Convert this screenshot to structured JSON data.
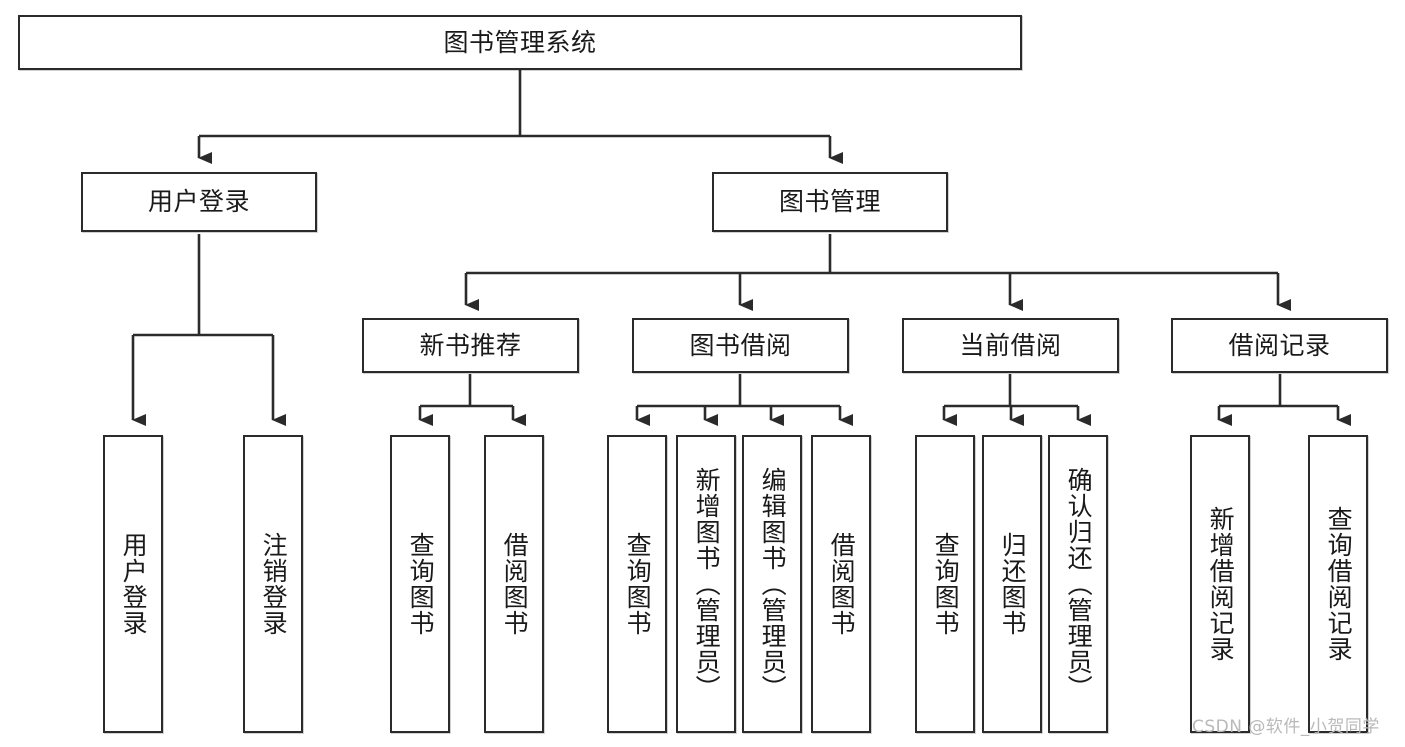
{
  "diagram": {
    "type": "tree-hierarchy",
    "title": "图书管理系统",
    "orientation": "top-down",
    "colors": {
      "box_border": "#2b2b2b",
      "box_fill": "#ffffff",
      "edge": "#2b2b2b",
      "background": "#ffffff",
      "watermark": "#b9b9b9"
    },
    "levels": [
      {
        "level": 1,
        "nodes": [
          {
            "id": "root",
            "label": "图书管理系统",
            "text_orientation": "horizontal"
          }
        ]
      },
      {
        "level": 2,
        "nodes": [
          {
            "id": "user-login",
            "label": "用户登录",
            "text_orientation": "horizontal",
            "parent": "root"
          },
          {
            "id": "book-manage",
            "label": "图书管理",
            "text_orientation": "horizontal",
            "parent": "root"
          }
        ]
      },
      {
        "level": 3,
        "nodes": [
          {
            "id": "new-book-recommend",
            "label": "新书推荐",
            "text_orientation": "horizontal",
            "parent": "book-manage"
          },
          {
            "id": "book-borrow",
            "label": "图书借阅",
            "text_orientation": "horizontal",
            "parent": "book-manage"
          },
          {
            "id": "current-borrow",
            "label": "当前借阅",
            "text_orientation": "horizontal",
            "parent": "book-manage"
          },
          {
            "id": "borrow-record",
            "label": "借阅记录",
            "text_orientation": "horizontal",
            "parent": "book-manage"
          }
        ]
      },
      {
        "level": 4,
        "nodes": [
          {
            "id": "leaf-user-login",
            "label": "用户登录",
            "text_orientation": "vertical",
            "parent": "user-login"
          },
          {
            "id": "leaf-logout",
            "label": "注销登录",
            "text_orientation": "vertical",
            "parent": "user-login"
          },
          {
            "id": "leaf-query-book-1",
            "label": "查询图书",
            "text_orientation": "vertical",
            "parent": "new-book-recommend"
          },
          {
            "id": "leaf-borrow-book-1",
            "label": "借阅图书",
            "text_orientation": "vertical",
            "parent": "new-book-recommend"
          },
          {
            "id": "leaf-query-book-2",
            "label": "查询图书",
            "text_orientation": "vertical",
            "parent": "book-borrow"
          },
          {
            "id": "leaf-add-book",
            "label": "新增图书（管理员）",
            "text_orientation": "vertical",
            "parent": "book-borrow"
          },
          {
            "id": "leaf-edit-book",
            "label": "编辑图书（管理员）",
            "text_orientation": "vertical",
            "parent": "book-borrow"
          },
          {
            "id": "leaf-borrow-book-2",
            "label": "借阅图书",
            "text_orientation": "vertical",
            "parent": "book-borrow"
          },
          {
            "id": "leaf-query-book-3",
            "label": "查询图书",
            "text_orientation": "vertical",
            "parent": "current-borrow"
          },
          {
            "id": "leaf-return-book",
            "label": "归还图书",
            "text_orientation": "vertical",
            "parent": "current-borrow"
          },
          {
            "id": "leaf-confirm-return",
            "label": "确认归还（管理员）",
            "text_orientation": "vertical",
            "parent": "current-borrow"
          },
          {
            "id": "leaf-add-record",
            "label": "新增借阅记录",
            "text_orientation": "vertical",
            "parent": "borrow-record"
          },
          {
            "id": "leaf-query-record",
            "label": "查询借阅记录",
            "text_orientation": "vertical",
            "parent": "borrow-record"
          }
        ]
      }
    ]
  },
  "watermark": {
    "text": "CSDN @软件_小贺同学"
  }
}
